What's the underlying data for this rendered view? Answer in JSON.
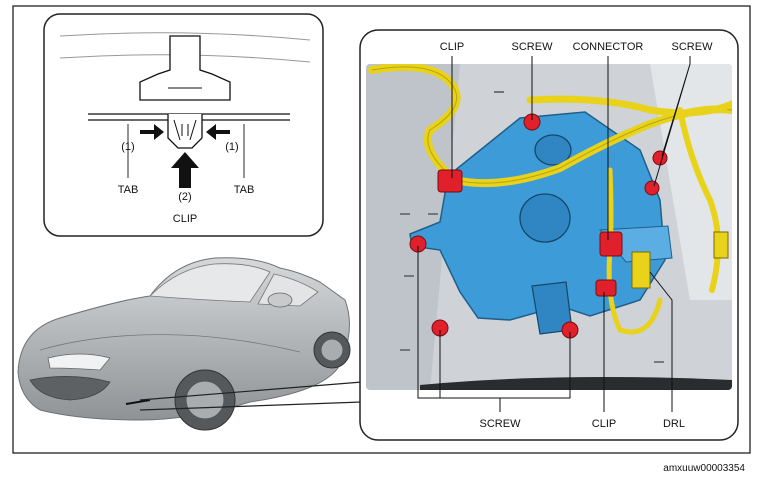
{
  "inset_clip": {
    "tab_left": "TAB",
    "tab_right": "TAB",
    "step_1_left": "(1)",
    "step_1_right": "(1)",
    "step_2": "(2)",
    "caption": "CLIP"
  },
  "detail": {
    "clip_top": "CLIP",
    "screw_top_left": "SCREW",
    "connector": "CONNECTOR",
    "screw_top_right": "SCREW",
    "screw_bottom": "SCREW",
    "clip_bottom": "CLIP",
    "drl": "DRL"
  },
  "figure_id": "amxuuw00003354",
  "colors": {
    "lamp_blue": "#3d9bd8",
    "harness_yellow": "#e8d21a",
    "marker_red": "#e0202a",
    "car_gray": "#b9bcbf"
  }
}
